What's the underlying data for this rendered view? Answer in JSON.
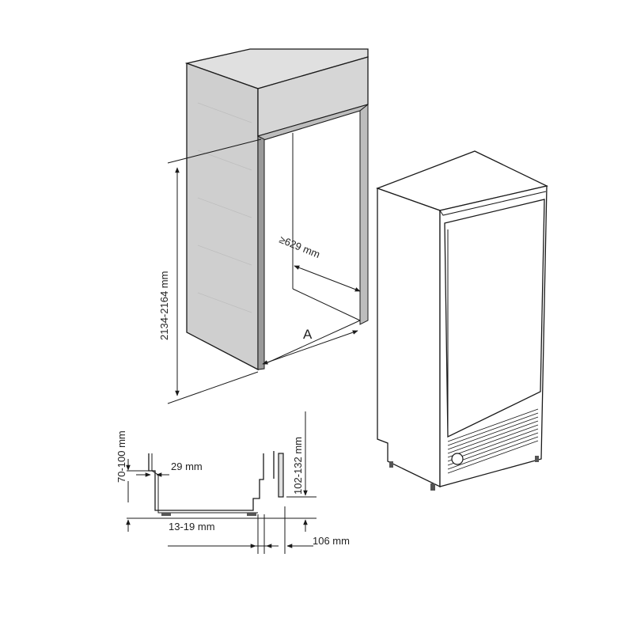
{
  "labels": {
    "height_range": "2134-2164 mm",
    "depth_min": "≥629 mm",
    "width_marker": "A",
    "plinth_height": "70-100 mm",
    "recess_29": "29 mm",
    "vent_height": "102-132 mm",
    "gap_13_19": "13-19 mm",
    "depth_106": "106 mm"
  },
  "colors": {
    "cabinet_front": "#d2d2d2",
    "cabinet_top": "#dcdcdc",
    "cabinet_side": "#c4c4c4",
    "appliance_body": "#ffffff",
    "outline": "#1a1a1a"
  }
}
